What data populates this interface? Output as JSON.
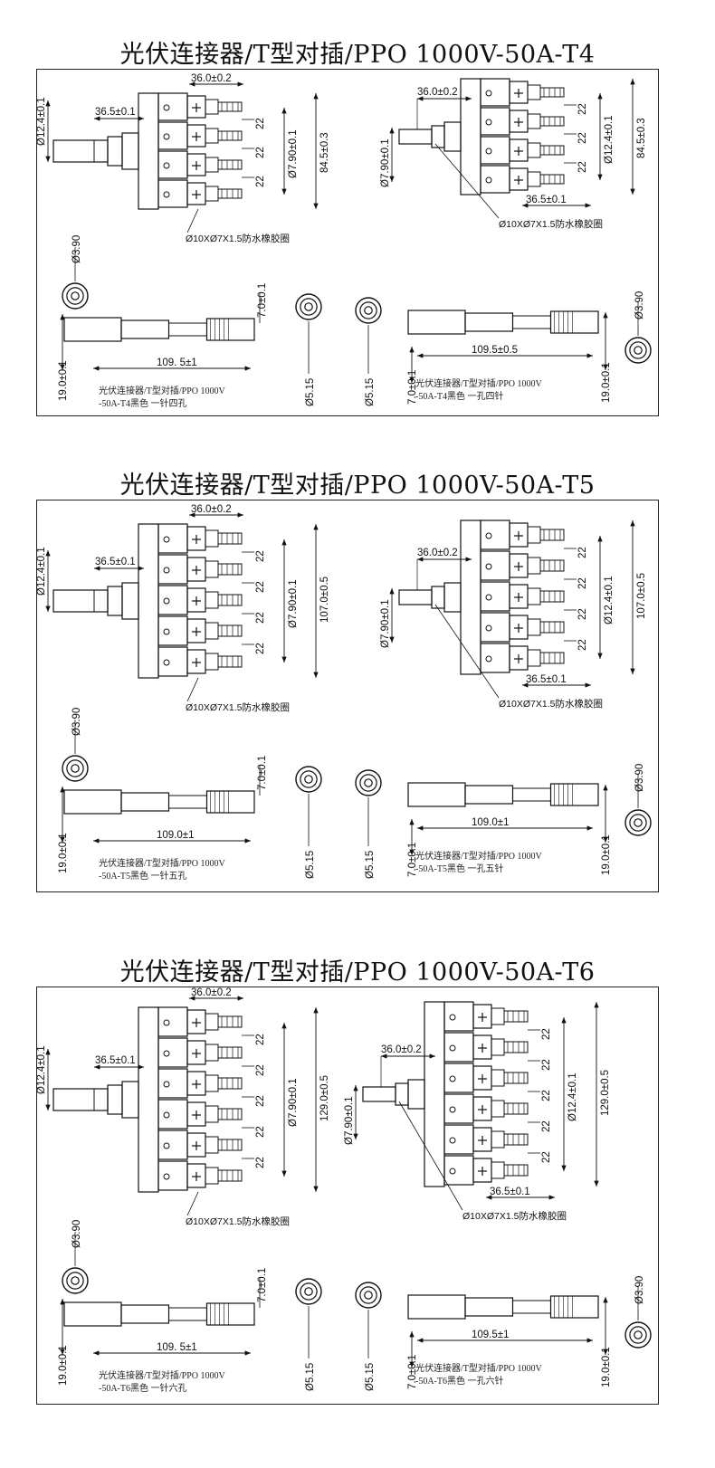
{
  "sections": [
    {
      "title": "光伏连接器/T型对插/PPO 1000V-50A-T4",
      "ports": 4,
      "left": {
        "width_label": "36.0±0.2",
        "pin_dia_label": "Ø7.90±0.1",
        "height_label": "84.5±0.3",
        "stem_len_label": "36.5±0.1",
        "stem_dia_label": "Ø12.4±0.1",
        "spacing_label": "22",
        "seal_note": "Ø10XØ7X1.5防水橡胶圈"
      },
      "right": {
        "width_label": "36.0±0.2",
        "pin_dia_label": "Ø7.90±0.1",
        "height_label": "84.5±0.3",
        "stem_len_label": "36.5±0.1",
        "stem_dia_label": "Ø12.4±0.1",
        "spacing_label": "22",
        "seal_note": "Ø10XØ7X1.5防水橡胶圈"
      },
      "bottom": {
        "left_end_dia": "Ø3.90",
        "left_len": "109. 5±1",
        "left_height": "19.0±0.1",
        "left_top": "7.0±0.1",
        "pin_a": "Ø5.15",
        "pin_b": "Ø5.15",
        "right_top": "7.0±0.1",
        "right_len": "109.5±0.5",
        "right_height": "19.0±0.1",
        "right_end_dia": "Ø3.90",
        "caption_left_1": "光伏连接器/T型对插/PPO  1000V",
        "caption_left_2": "-50A-T4黑色   一针四孔",
        "caption_right_1": "光伏连接器/T型对插/PPO  1000V",
        "caption_right_2": "-50A-T4黑色   一孔四针"
      }
    },
    {
      "title": "光伏连接器/T型对插/PPO 1000V-50A-T5",
      "ports": 5,
      "left": {
        "width_label": "36.0±0.2",
        "pin_dia_label": "Ø7.90±0.1",
        "height_label": "107.0±0.5",
        "stem_len_label": "36.5±0.1",
        "stem_dia_label": "Ø12.4±0.1",
        "spacing_label": "22",
        "seal_note": "Ø10XØ7X1.5防水橡胶圈"
      },
      "right": {
        "width_label": "36.0±0.2",
        "pin_dia_label": "Ø7.90±0.1",
        "height_label": "107.0±0.5",
        "stem_len_label": "36.5±0.1",
        "stem_dia_label": "Ø12.4±0.1",
        "spacing_label": "22",
        "seal_note": "Ø10XØ7X1.5防水橡胶圈"
      },
      "bottom": {
        "left_end_dia": "Ø3.90",
        "left_len": "109.0±1",
        "left_height": "19.0±0.1",
        "left_top": "7.0±0.1",
        "pin_a": "Ø5.15",
        "pin_b": "Ø5.15",
        "right_top": "7.0±0.1",
        "right_len": "109.0±1",
        "right_height": "19.0±0.1",
        "right_end_dia": "Ø3.90",
        "caption_left_1": "光伏连接器/T型对插/PPO  1000V",
        "caption_left_2": "-50A-T5黑色   一针五孔",
        "caption_right_1": "光伏连接器/T型对插/PPO  1000V",
        "caption_right_2": "-50A-T5黑色   一孔五针"
      }
    },
    {
      "title": "光伏连接器/T型对插/PPO 1000V-50A-T6",
      "ports": 6,
      "left": {
        "width_label": "36.0±0.2",
        "pin_dia_label": "Ø7.90±0.1",
        "height_label": "129.0±0.5",
        "stem_len_label": "36.5±0.1",
        "stem_dia_label": "Ø12.4±0.1",
        "spacing_label": "22",
        "seal_note": "Ø10XØ7X1.5防水橡胶圈"
      },
      "right": {
        "width_label": "36.0±0.2",
        "pin_dia_label": "Ø7.90±0.1",
        "height_label": "129.0±0.5",
        "stem_len_label": "36.5±0.1",
        "stem_dia_label": "Ø12.4±0.1",
        "spacing_label": "22",
        "seal_note": "Ø10XØ7X1.5防水橡胶圈"
      },
      "bottom": {
        "left_end_dia": "Ø3.90",
        "left_len": "109. 5±1",
        "left_height": "19.0±0.1",
        "left_top": "7.0±0.1",
        "pin_a": "Ø5.15",
        "pin_b": "Ø5.15",
        "right_top": "7.0±0.1",
        "right_len": "109.5±1",
        "right_height": "19.0±0.1",
        "right_end_dia": "Ø3.90",
        "caption_left_1": "光伏连接器/T型对插/PPO  1000V",
        "caption_left_2": "-50A-T6黑色   一针六孔",
        "caption_right_1": "光伏连接器/T型对插/PPO  1000V",
        "caption_right_2": "-50A-T6黑色   一孔六针"
      }
    }
  ]
}
